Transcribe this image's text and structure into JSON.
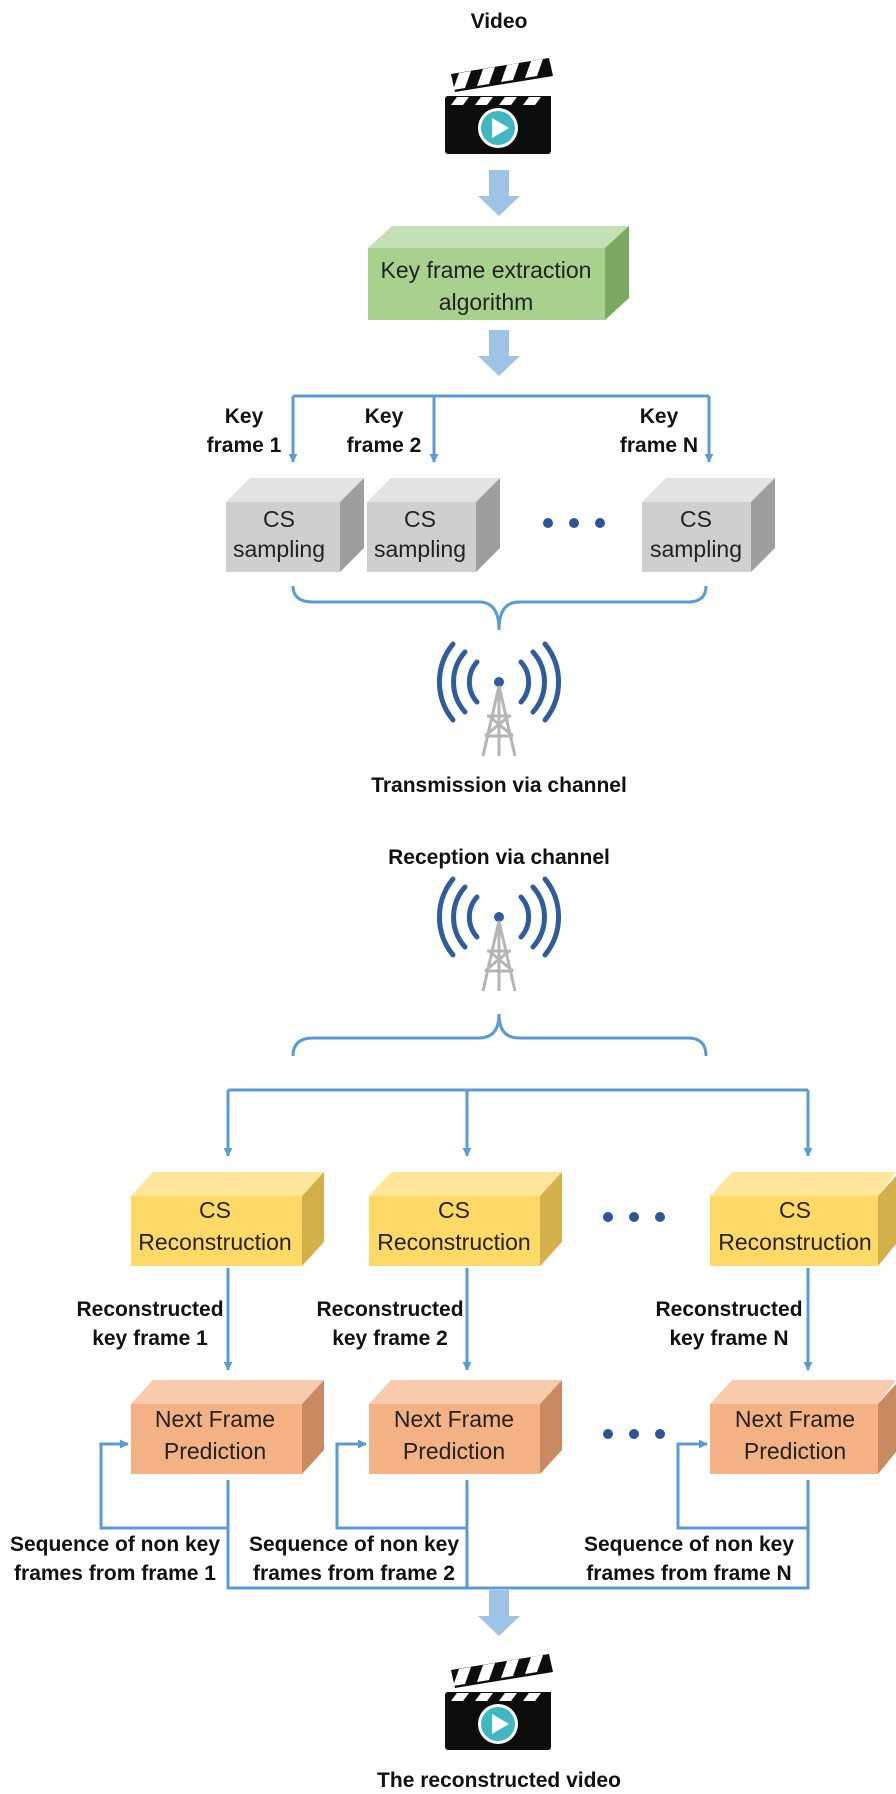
{
  "title_video": "Video",
  "key_frame_box": {
    "line1": "Key frame extraction",
    "line2": "algorithm"
  },
  "key_frame_labels": [
    {
      "line1": "Key",
      "line2": "frame 1"
    },
    {
      "line1": "Key",
      "line2": "frame 2"
    },
    {
      "line1": "Key",
      "line2": "frame N"
    }
  ],
  "cs_sampling": [
    {
      "line1": "CS",
      "line2": "sampling"
    },
    {
      "line1": "CS",
      "line2": "sampling"
    },
    {
      "line1": "CS",
      "line2": "sampling"
    }
  ],
  "transmission_label": "Transmission  via channel",
  "reception_label": "Reception via channel",
  "cs_reconstruction": [
    {
      "line1": "CS",
      "line2": "Reconstruction"
    },
    {
      "line1": "CS",
      "line2": "Reconstruction"
    },
    {
      "line1": "CS",
      "line2": "Reconstruction"
    }
  ],
  "reconstructed_labels": [
    {
      "line1": "Reconstructed",
      "line2": "key frame 1"
    },
    {
      "line1": "Reconstructed",
      "line2": "key frame 2"
    },
    {
      "line1": "Reconstructed",
      "line2": "key frame N"
    }
  ],
  "next_frame": [
    {
      "line1": "Next Frame",
      "line2": "Prediction"
    },
    {
      "line1": "Next Frame",
      "line2": "Prediction"
    },
    {
      "line1": "Next Frame",
      "line2": "Prediction"
    }
  ],
  "sequence_labels": [
    {
      "line1": "Sequence of non key",
      "line2": "frames from frame 1"
    },
    {
      "line1": "Sequence of non key",
      "line2": "frames from frame 2"
    },
    {
      "line1": "Sequence of non key",
      "line2": "frames from frame N"
    }
  ],
  "bottom_label": "The reconstructed video",
  "colors": {
    "connector": "#5b9bd5",
    "block_arrow": "#9dc3e6",
    "green_box": "#a9d18e",
    "gray_box": "#d0d0d0",
    "yellow_box": "#ffd966",
    "orange_box": "#f4b183",
    "dots": "#2f5597",
    "antenna": "#2e5c9e"
  },
  "icons": [
    "clapperboard-icon",
    "antenna-tower-icon"
  ]
}
